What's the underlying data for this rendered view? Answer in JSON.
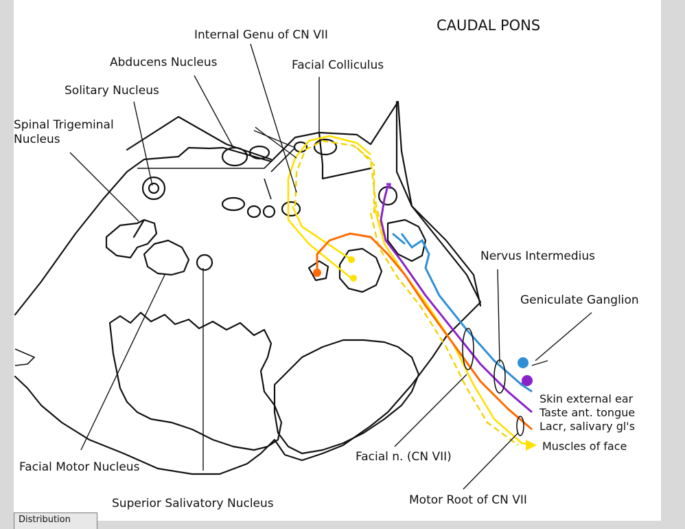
{
  "title": "CAUDAL PONS",
  "labels": {
    "internal_genu": "Internal Genu of CN VII",
    "abducens_nucleus": "Abducens Nucleus",
    "facial_colliculus": "Facial Colliculus",
    "solitary_nucleus": "Solitary Nucleus",
    "spinal_trigeminal_1": "Spinal Trigeminal",
    "spinal_trigeminal_2": "Nucleus",
    "nervus_intermedius": "Nervus Intermedius",
    "geniculate_ganglion": "Geniculate Ganglion",
    "skin_external_ear": "Skin external ear",
    "taste_ant_tongue": "Taste ant. tongue",
    "lacr_salivary": "Lacr, salivary gl's",
    "muscles_of_face": "Muscles of face",
    "facial_n": "Facial n. (CN VII)",
    "facial_motor_nucleus": "Facial Motor Nucleus",
    "superior_salivatory_nucleus": "Superior Salivatory Nucleus",
    "motor_root": "Motor Root of CN VII"
  },
  "colors": {
    "yellow": "#ffe000",
    "orange": "#ff6a00",
    "purple": "#8a22c9",
    "blue": "#2f8fd6"
  },
  "tab": {
    "label": "Distribution"
  }
}
